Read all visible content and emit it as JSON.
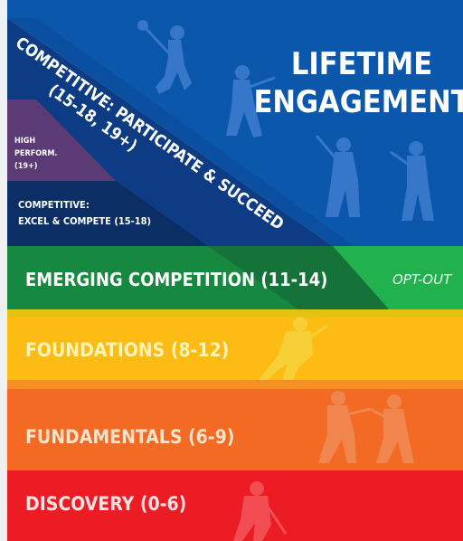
{
  "stages": {
    "lifetime": {
      "line1": "LIFETIME",
      "line2": "ENGAGEMENT"
    },
    "participate": {
      "line1": "COMPETITIVE: PARTICIPATE & SUCCEED",
      "line2": "(15-18, 19+)"
    },
    "high_perf": {
      "line1": "HIGH",
      "line2": "PERFORM.",
      "line3": "(19+)"
    },
    "excel": {
      "line1": "COMPETITIVE:",
      "line2": "EXCEL & COMPETE (15-18)"
    },
    "emerging": "EMERGING COMPETITION (11-14)",
    "opt_out": "OPT-OUT",
    "foundations": "FOUNDATIONS (8-12)",
    "fundamentals": "FUNDAMENTALS (6-9)",
    "discovery": "DISCOVERY (0-6)"
  },
  "colors": {
    "lifetime_blue": "#0a57ab",
    "participate_navy": "#0d3c84",
    "high_perf_purple": "#5b3a76",
    "excel_navy": "#0b2f64",
    "emerging_green": "#16883f",
    "opt_out_green": "#21b14d",
    "foundations_yellow": "#fdbc14",
    "fundamentals_orange": "#f26a23",
    "discovery_red": "#ec1c24"
  },
  "icons": [
    "lacrosse-player-silhouette-icon"
  ]
}
